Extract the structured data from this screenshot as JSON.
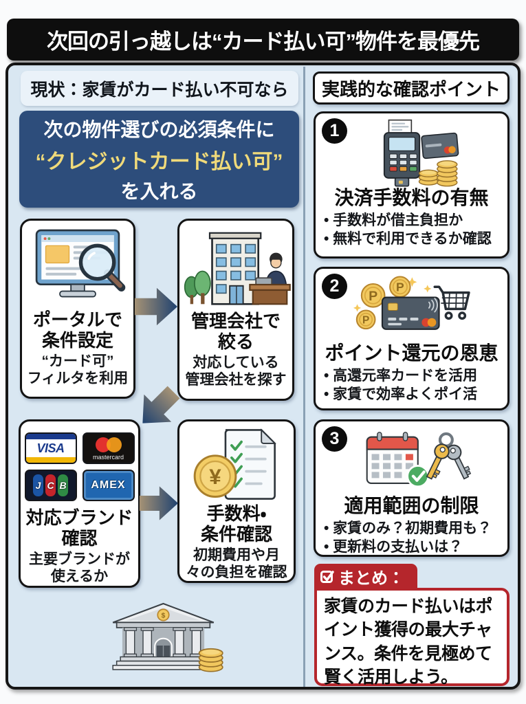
{
  "title": "次回の引っ越しは“カード払い可”物件を最優先",
  "left": {
    "header": "現状：家賃がカード払い不可なら",
    "highlight": {
      "line1": "次の物件選びの必須条件に",
      "line2": "“クレジットカード払い可”",
      "line3": "を入れる"
    },
    "steps": [
      {
        "title1": "ポータルで",
        "title2": "条件設定",
        "sub1": "“カード可”",
        "sub2": "フィルタを利用"
      },
      {
        "title1": "管理会社で",
        "title2": "絞る",
        "sub1": "対応している",
        "sub2": "管理会社を探す"
      },
      {
        "title1": "対応ブランド",
        "title2": "確認",
        "sub1": "主要ブランドが",
        "sub2": "使えるか"
      },
      {
        "title1": "手数料・",
        "title2": "条件確認",
        "sub1": "初期費用や月",
        "sub2": "々の負担を確認"
      }
    ],
    "brands": {
      "visa": "VISA",
      "mastercard": "mastercard",
      "jcb_j": "J",
      "jcb_c": "C",
      "jcb_b": "B",
      "amex": "AMEX"
    }
  },
  "right": {
    "header": "実践的な確認ポイント",
    "points": [
      {
        "number": "1",
        "title": "決済手数料の有無",
        "bullet1": "• 手数料が借主負担か",
        "bullet2": "• 無料で利用できるか確認"
      },
      {
        "number": "2",
        "title": "ポイント還元の恩恵",
        "bullet1": "• 高還元率カードを活用",
        "bullet2": "• 家賃で効率よくポイ活"
      },
      {
        "number": "3",
        "title": "適用範囲の制限",
        "bullet1": "• 家賃のみ？初期費用も？",
        "bullet2": "• 更新料の支払いは？"
      }
    ],
    "summary": {
      "label": "まとめ：",
      "text": "家賃のカード払いはポイント獲得の最大チャンス。条件を見極めて賢く活用しよう。"
    }
  },
  "symbols": {
    "yen": "¥",
    "point": "P",
    "dollar": "$"
  },
  "colors": {
    "navy": "#2d4d7b",
    "yellow": "#f0da7a",
    "red": "#b5262c",
    "light_blue_bg": "#d9e7f2",
    "black": "#0e0e0e"
  }
}
